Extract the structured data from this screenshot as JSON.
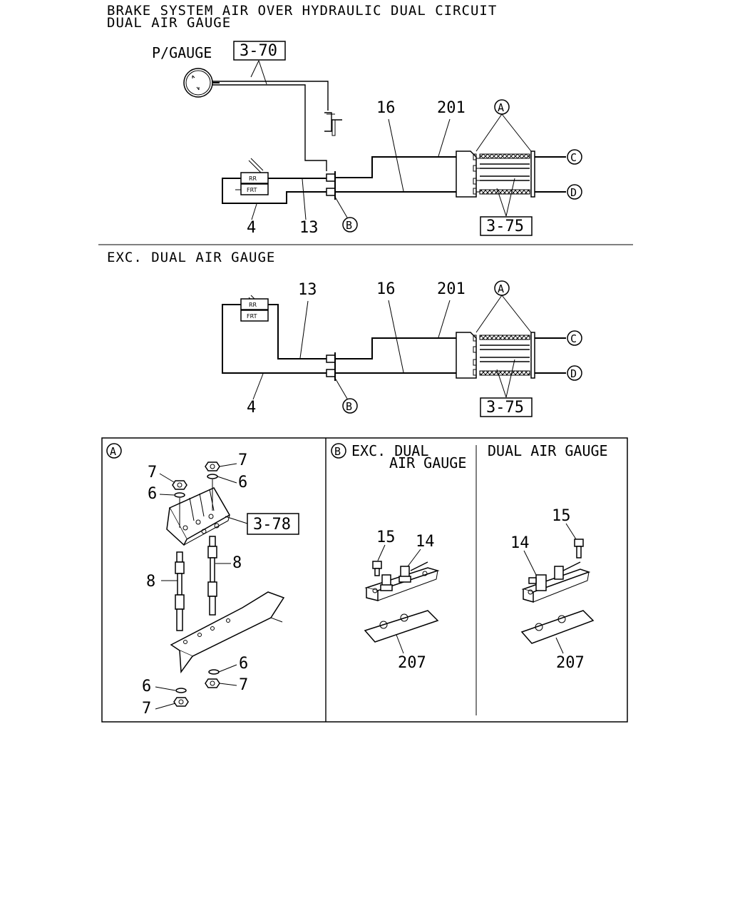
{
  "titles": {
    "line1": "BRAKE SYSTEM AIR OVER HYDRAULIC DUAL CIRCUIT",
    "line2": "DUAL AIR GAUGE",
    "section2": "EXC. DUAL AIR GAUGE"
  },
  "top_diagram": {
    "pgauge_label": "P/GAUGE",
    "ref_3_70": "3-70",
    "ref_3_75": "3-75",
    "valve_rr": "RR",
    "valve_frt": "FRT",
    "callouts": {
      "c16": "16",
      "c201": "201",
      "c4": "4",
      "c13": "13"
    },
    "markers": {
      "a": "A",
      "b": "B",
      "c": "C",
      "d": "D"
    }
  },
  "mid_diagram": {
    "ref_3_75": "3-75",
    "valve_rr": "RR",
    "valve_frt": "FRT",
    "callouts": {
      "c13": "13",
      "c16": "16",
      "c201": "201",
      "c4": "4"
    },
    "markers": {
      "a": "A",
      "b": "B",
      "c": "C",
      "d": "D"
    }
  },
  "detail_a": {
    "marker": "A",
    "ref_3_78": "3-78",
    "parts": {
      "p7a": "7",
      "p6a": "6",
      "p7b": "7",
      "p6b": "6",
      "p8a": "8",
      "p8b": "8",
      "p6c": "6",
      "p7c": "7",
      "p6d": "6",
      "p7d": "7"
    }
  },
  "detail_b": {
    "marker": "B",
    "exc_line1": "EXC. DUAL",
    "exc_line2": "AIR GAUGE",
    "dual_label": "DUAL AIR GAUGE",
    "left_parts": {
      "p15": "15",
      "p14": "14",
      "p207": "207"
    },
    "right_parts": {
      "p15": "15",
      "p14": "14",
      "p207": "207"
    }
  }
}
